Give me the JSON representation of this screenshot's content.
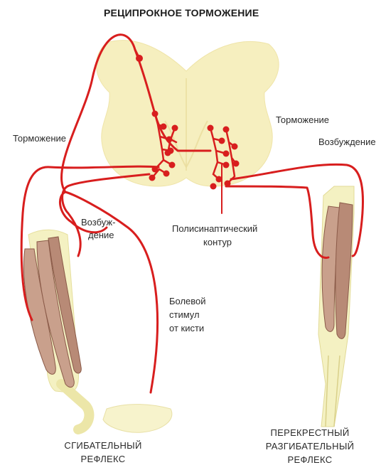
{
  "title": "РЕЦИПРОКНОЕ ТОРМОЖЕНИЕ",
  "labels": {
    "inhibition_left": "Торможение",
    "excitation_left_1": "Возбуж-",
    "excitation_left_2": "дение",
    "inhibition_right": "Торможение",
    "excitation_right": "Возбуждение",
    "polysynaptic_1": "Полисинаптический",
    "polysynaptic_2": "контур",
    "pain_1": "Болевой",
    "pain_2": "стимул",
    "pain_3": "от кисти"
  },
  "captions": {
    "flexor_1": "СГИБАТЕЛЬНЫЙ",
    "flexor_2": "РЕФЛЕКС",
    "crossed_1": "ПЕРЕКРЕСТНЫЙ",
    "crossed_2": "РАЗГИБАТЕЛЬНЫЙ",
    "crossed_3": "РЕФЛЕКС"
  },
  "colors": {
    "nerve": "#d81e1e",
    "spinal_cord": "#f6efbf",
    "bone": "#f2efb8",
    "muscle": "#c9a08c",
    "muscle_dark": "#8a5a48"
  }
}
